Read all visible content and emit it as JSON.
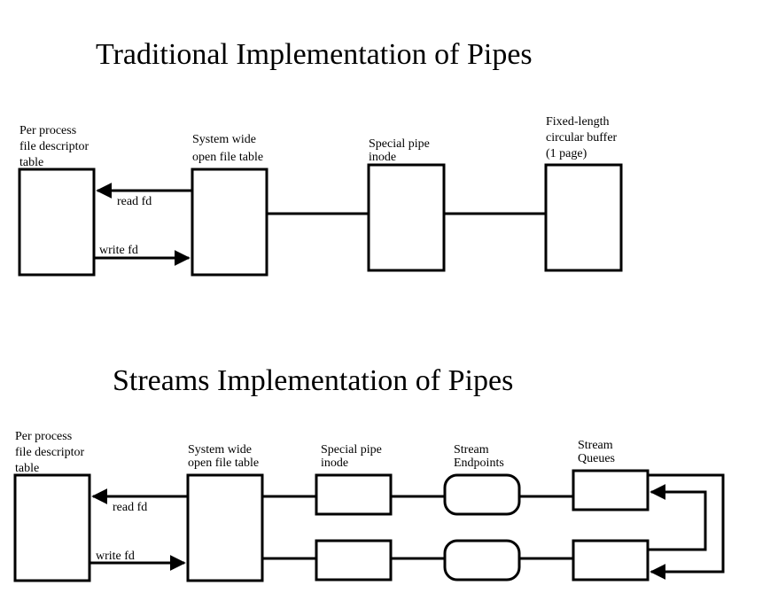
{
  "traditional": {
    "title": "Traditional Implementation of Pipes",
    "fd_table_label": [
      "Per process",
      "file descriptor",
      "table"
    ],
    "open_file_table_label": [
      "System wide",
      "open file table"
    ],
    "pipe_inode_label": [
      "Special pipe",
      "inode"
    ],
    "buffer_label": [
      "Fixed-length",
      "circular buffer",
      "(1 page)"
    ],
    "read_fd": "read fd",
    "write_fd": "write fd"
  },
  "streams": {
    "title": "Streams Implementation of Pipes",
    "fd_table_label": [
      "Per process",
      "file descriptor",
      "table"
    ],
    "open_file_table_label": [
      "System wide",
      "open file table"
    ],
    "pipe_inode_label": [
      "Special pipe",
      "inode"
    ],
    "endpoints_label": [
      "Stream",
      "Endpoints"
    ],
    "queues_label": [
      "Stream",
      "Queues"
    ],
    "read_fd": "read fd",
    "write_fd": "write fd"
  }
}
